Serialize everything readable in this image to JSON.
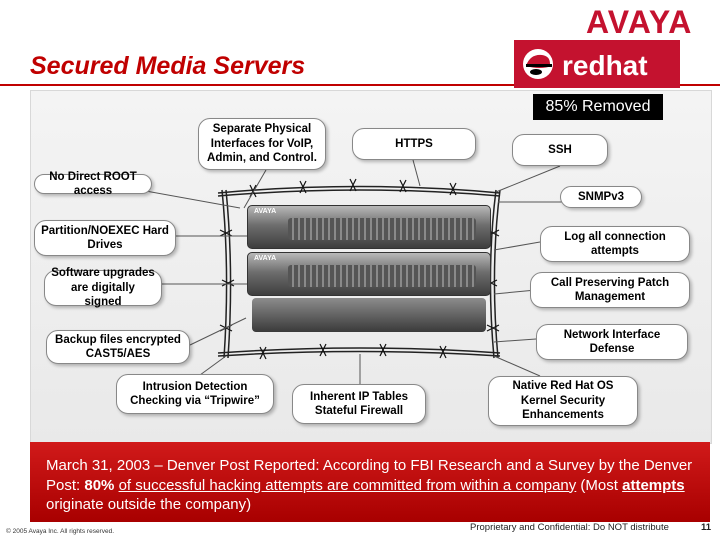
{
  "header": {
    "brand": "AVAYA",
    "title": "Secured Media Servers"
  },
  "redhat": {
    "wordmark": "redhat",
    "removed_label": "85% Removed",
    "box_color": "#c4122f"
  },
  "callouts": {
    "separate_interfaces": "Separate Physical Interfaces for VoIP, Admin, and Control.",
    "https": "HTTPS",
    "ssh": "SSH",
    "no_root": "No Direct ROOT access",
    "snmpv3": "SNMPv3",
    "partition": "Partition/NOEXEC Hard Drives",
    "log_all": "Log all connection attempts",
    "upgrades": "Software upgrades are digitally signed",
    "call_preserving": "Call Preserving Patch Management",
    "network_defense": "Network Interface Defense",
    "backup": "Backup files encrypted CAST5/AES",
    "intrusion": "Intrusion Detection Checking via “Tripwire”",
    "iptables": "Inherent IP Tables Stateful Firewall",
    "native_os": "Native Red Hat OS Kernel Security Enhancements"
  },
  "servers": {
    "logo": "AVAYA"
  },
  "quote": {
    "part1": "March 31, 2003 – Denver Post Reported: According to FBI Research and a Survey by the Denver Post: ",
    "percent": "80%",
    "part2": " ",
    "underlined": "of successful hacking attempts are committed from within a company",
    "part3": " (Most ",
    "attempts": "attempts",
    "part4": " originate outside the company)"
  },
  "footer": {
    "copyright": "© 2005 Avaya Inc. All rights reserved.",
    "confidential": "Proprietary and Confidential: Do NOT distribute",
    "page": "11"
  },
  "colors": {
    "accent": "#c00000",
    "band": "#c10e0e"
  }
}
